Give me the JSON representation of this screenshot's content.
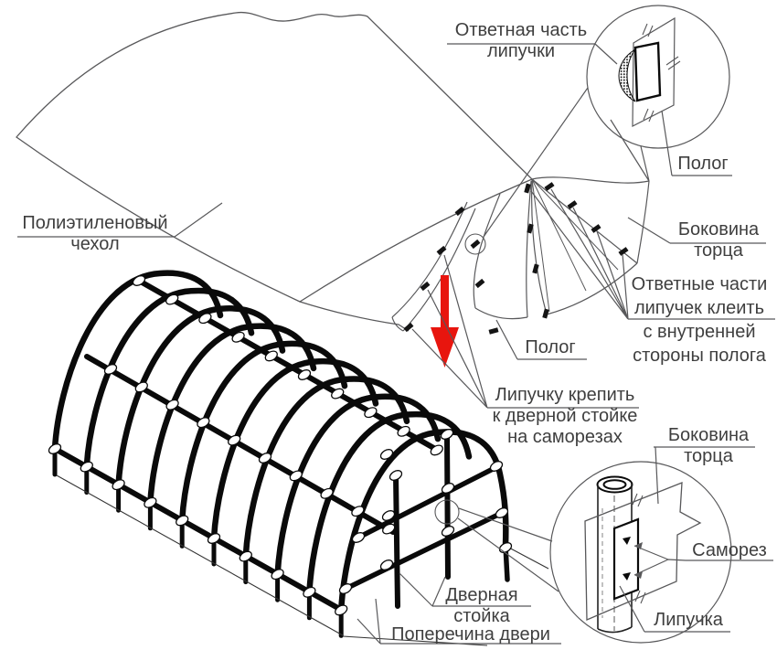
{
  "colors": {
    "background": "#ffffff",
    "thin_line": "#58585a",
    "frame": "#0a0a0a",
    "red_arrow": "#e8150e",
    "text": "#3f3f3f"
  },
  "indicators": {
    "red_arrow": {
      "direction": "down",
      "color": "#e8150e"
    }
  },
  "labels": {
    "counter_velcro": {
      "lines": [
        "Ответная часть",
        "липучки"
      ]
    },
    "polog_top": {
      "lines": [
        "Полог"
      ]
    },
    "cover": {
      "lines": [
        "Полиэтиленовый",
        "чехол"
      ]
    },
    "end_sidewall_top": {
      "lines": [
        "Боковина",
        "торца"
      ]
    },
    "glue_note": {
      "lines": [
        "Ответные части",
        "липучек клеить",
        "с внутренней",
        "стороны полога"
      ]
    },
    "polog_mid": {
      "lines": [
        "Полог"
      ]
    },
    "attach_note": {
      "lines": [
        "Липучку крепить",
        "к дверной стойке",
        "на саморезах"
      ]
    },
    "end_sidewall_bottom": {
      "lines": [
        "Боковина",
        "торца"
      ]
    },
    "screw": {
      "lines": [
        "Саморез"
      ]
    },
    "velcro": {
      "lines": [
        "Липучка"
      ]
    },
    "door_post": {
      "lines": [
        "Дверная",
        "стойка"
      ]
    },
    "door_crossbar": {
      "lines": [
        "Поперечина двери"
      ]
    }
  }
}
